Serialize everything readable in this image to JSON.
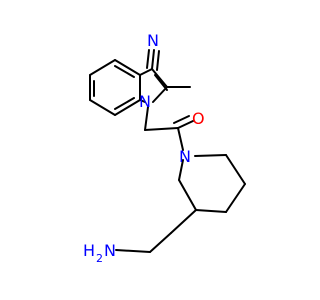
{
  "colors": {
    "bond": "#000000",
    "nitrogen": "#0000ff",
    "oxygen": "#ff0000",
    "background": "#ffffff"
  },
  "labels": {
    "nitrile_n": "N",
    "indole_n": "N",
    "carbonyl_o": "O",
    "piperidine_n": "N",
    "amine": "H",
    "amine_sub": "2",
    "amine_n": "N"
  }
}
